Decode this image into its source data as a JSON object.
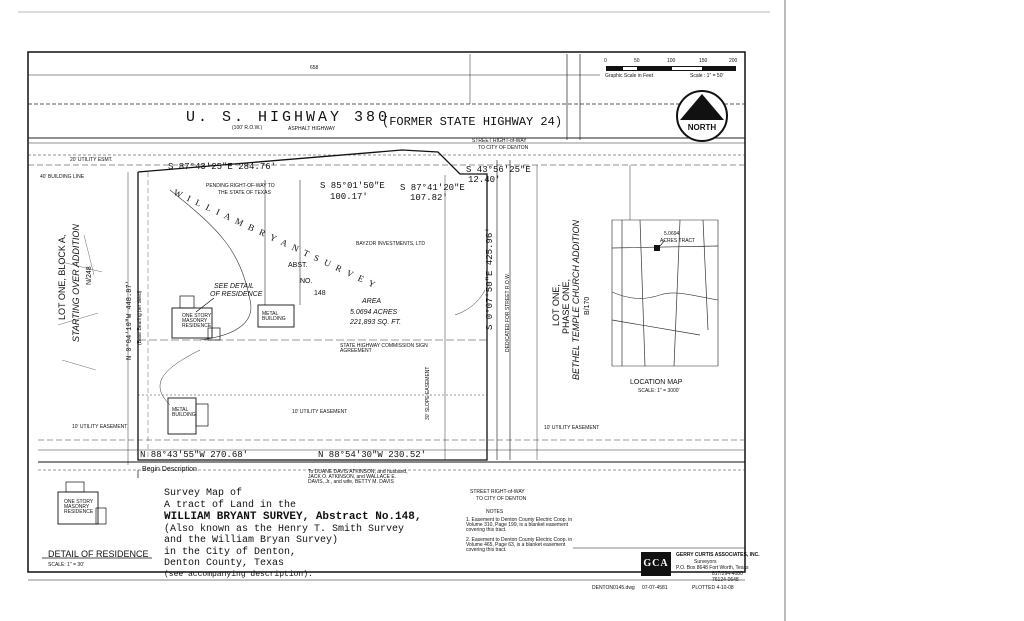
{
  "highway": {
    "name": "U. S.   HIGHWAY  380",
    "former": "(FORMER STATE HIGHWAY 24)",
    "row_width": "(100' R.O.W.)",
    "asphalt": "ASPHALT HIGHWAY"
  },
  "north": {
    "label": "NORTH"
  },
  "scale": {
    "ticks": [
      "0",
      "50",
      "100",
      "150",
      "200"
    ],
    "graphic_label": "Graphic Scale in Feet",
    "scale_text": "Scale : 1\" = 50'"
  },
  "bearings": {
    "b1": "S 87°43'25\"E  284.76'",
    "b2": "S 85°01'50\"E",
    "b2_dist": "100.17'",
    "b3": "S 87°41'20\"E",
    "b3_dist": "107.82'",
    "b4": "S 43°56'25\"E",
    "b4_dist": "12.40'",
    "b5": "S 0°07'50\"E    425.96'",
    "b6": "N 0°04'10\"W  448.87'",
    "b6_note": "(Base Bearing per deed)",
    "b7": "N 88°43'55\"W  270.68'",
    "b8": "N 88°54'30\"W  230.52'",
    "top_dist": "658"
  },
  "labels": {
    "street_row_top": "STREET RIGHT-of-WAY",
    "city_of_denton_top": "TO CITY OF DENTON",
    "street_row_bottom": "STREET RIGHT-of-WAY",
    "city_of_denton_bottom": "TO CITY OF DENTON",
    "pending_row": "PENDING RIGHT-OF-WAY TO",
    "state_of_texas": "THE STATE OF TEXAS",
    "survey_word": "W I L L I A M       B R Y A N T       S U R V E Y",
    "abst": "ABST.",
    "no": "NO.",
    "abst_num": "148",
    "area_title": "AREA",
    "area_acres": "5.0694 ACRES",
    "area_sqft": "221,893 SQ. FT.",
    "bayzor": "BAYZOR INVESTMENTS, LTD",
    "masonry_residence": "ONE STORY MASONRY RESIDENCE",
    "metal_building_1": "METAL BUILDING",
    "metal_building_2": "METAL BUILDING",
    "see_detail": "SEE DETAIL",
    "of_residence": "OF RESIDENCE",
    "utility_easement_20": "20' UTILITY ESMT.",
    "utility_easement_10": "10' UTILITY EASEMENT",
    "building_line": "40' BUILDING LINE",
    "begin_description": "Begin Description",
    "slope_easement": "30' SLOPE EASEMENT",
    "dedicated_street": "DEDICATED FOR STREET R.O.W.",
    "highway_commission": "STATE HIGHWAY COMMISSION SIGN AGREEMENT",
    "lot_one_left_1": "LOT ONE, BLOCK A,",
    "lot_one_left_2": "STARTING OVER ADDITION",
    "lot_one_left_3": "N/248",
    "lot_one_right_1": "LOT ONE,",
    "lot_one_right_2": "PHASE ONE,",
    "lot_one_right_3": "BETHEL TEMPLE CHURCH ADDITION",
    "lot_one_right_4": "B/170",
    "duane": "To DUANE DAVIS ATKINSON, and husband, JACK O. ATKINSON, and WALLACE E. DAVIS, Jr., and wife, BETTY M. DAVIS",
    "detail_residence": "DETAIL OF RESIDENCE",
    "detail_scale": "SCALE: 1\" = 30'",
    "detail_house": "ONE STORY MASONRY RESIDENCE"
  },
  "location_map": {
    "acres": "5.0694",
    "acres_tract": "ACRES TRACT",
    "title": "LOCATION MAP",
    "scale": "SCALE: 1\" = 3000'"
  },
  "title": {
    "l1": "Survey Map of",
    "l2": "A tract of Land in the",
    "l3": "WILLIAM BRYANT SURVEY, Abstract No.148,",
    "l4": "(Also known as the Henry T. Smith Survey",
    "l5": "and the William Bryan Survey)",
    "l6": "in the City of Denton,",
    "l7": "Denton County, Texas",
    "l8": "(see accompanying description)."
  },
  "notes": {
    "heading": "NOTES",
    "n1": "1. Easement to Denton County Electric Coop. in Volume 310, Page 199, is a blanket easement covering this tract.",
    "n2": "2. Easement to Denton County Electric Coop. in Volume 465, Page 63, is a blanket easement covering this tract."
  },
  "surveyor": {
    "firm": "GERRY CURTIS ASSOCIATES, INC.",
    "role": "Surveyors",
    "address": "P.O. Box 8648   Fort Worth, Texas",
    "phone": "817/294-4080",
    "zip": "76124-0648",
    "logo": "GCA"
  },
  "footer": {
    "file": "DENTON0145.dwg",
    "job": "07-07-4581",
    "plotted": "PLOTTED 4-10-08"
  }
}
